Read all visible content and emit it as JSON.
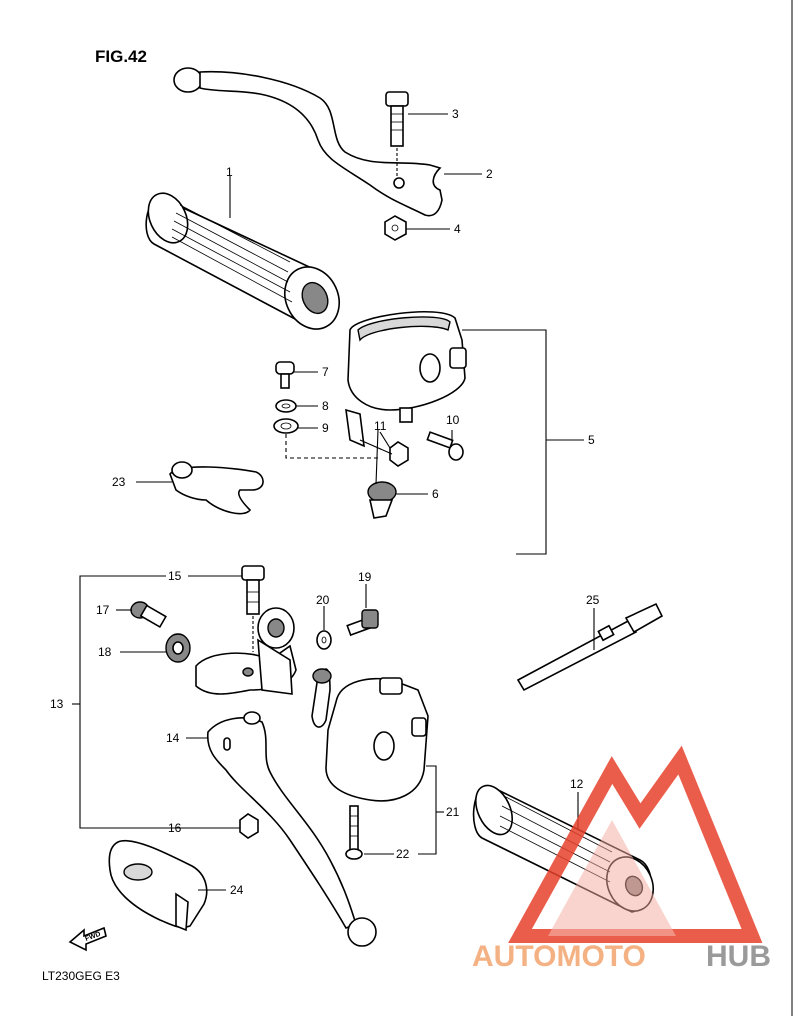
{
  "figure": {
    "title": "FIG.42",
    "model_code": "LT230GEG E3",
    "fwd_mark": "FWD"
  },
  "watermark": {
    "part1": "AUTOMOTO",
    "part2": "HUB",
    "color1": "#f4b183",
    "color2": "#9a9a9a",
    "logo_color": "#e8412c"
  },
  "callouts": {
    "p1": "1",
    "p2": "2",
    "p3": "3",
    "p4": "4",
    "p5": "5",
    "p6": "6",
    "p7": "7",
    "p8": "8",
    "p9": "9",
    "p10": "10",
    "p11": "11",
    "p12": "12",
    "p13": "13",
    "p14": "14",
    "p15": "15",
    "p16": "16",
    "p17": "17",
    "p18": "18",
    "p19": "19",
    "p20": "20",
    "p21": "21",
    "p22": "22",
    "p23": "23",
    "p24": "24",
    "p25": "25"
  }
}
